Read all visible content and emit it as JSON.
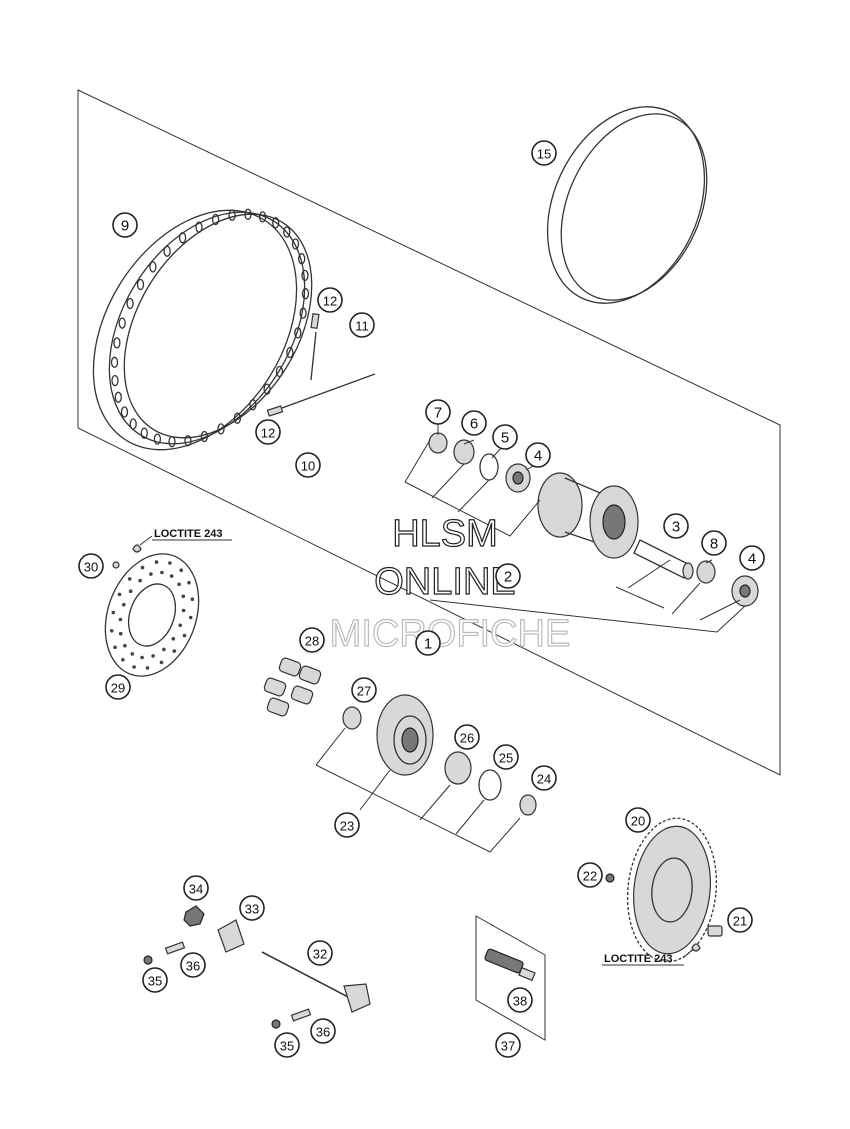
{
  "watermark": {
    "line1": "HLSM",
    "line2": "ONLINE",
    "line3": "MICROFICHE"
  },
  "notes": {
    "loctite_disc": "LOCTITE 243",
    "loctite_sprocket": "LOCTITE 243"
  },
  "callouts": [
    {
      "id": "c1",
      "label": "1"
    },
    {
      "id": "c2",
      "label": "2"
    },
    {
      "id": "c3",
      "label": "3"
    },
    {
      "id": "c4a",
      "label": "4"
    },
    {
      "id": "c4b",
      "label": "4"
    },
    {
      "id": "c5",
      "label": "5"
    },
    {
      "id": "c6",
      "label": "6"
    },
    {
      "id": "c7",
      "label": "7"
    },
    {
      "id": "c8",
      "label": "8"
    },
    {
      "id": "c9",
      "label": "9"
    },
    {
      "id": "c10",
      "label": "10"
    },
    {
      "id": "c11",
      "label": "11"
    },
    {
      "id": "c12a",
      "label": "12"
    },
    {
      "id": "c12b",
      "label": "12"
    },
    {
      "id": "c15",
      "label": "15"
    },
    {
      "id": "c20",
      "label": "20"
    },
    {
      "id": "c21",
      "label": "21"
    },
    {
      "id": "c22",
      "label": "22"
    },
    {
      "id": "c23",
      "label": "23"
    },
    {
      "id": "c24",
      "label": "24"
    },
    {
      "id": "c25",
      "label": "25"
    },
    {
      "id": "c26",
      "label": "26"
    },
    {
      "id": "c27",
      "label": "27"
    },
    {
      "id": "c28",
      "label": "28"
    },
    {
      "id": "c29",
      "label": "29"
    },
    {
      "id": "c30",
      "label": "30"
    },
    {
      "id": "c32",
      "label": "32"
    },
    {
      "id": "c33",
      "label": "33"
    },
    {
      "id": "c34",
      "label": "34"
    },
    {
      "id": "c35a",
      "label": "35"
    },
    {
      "id": "c35b",
      "label": "35"
    },
    {
      "id": "c36a",
      "label": "36"
    },
    {
      "id": "c36b",
      "label": "36"
    },
    {
      "id": "c37",
      "label": "37"
    },
    {
      "id": "c38",
      "label": "38"
    }
  ]
}
